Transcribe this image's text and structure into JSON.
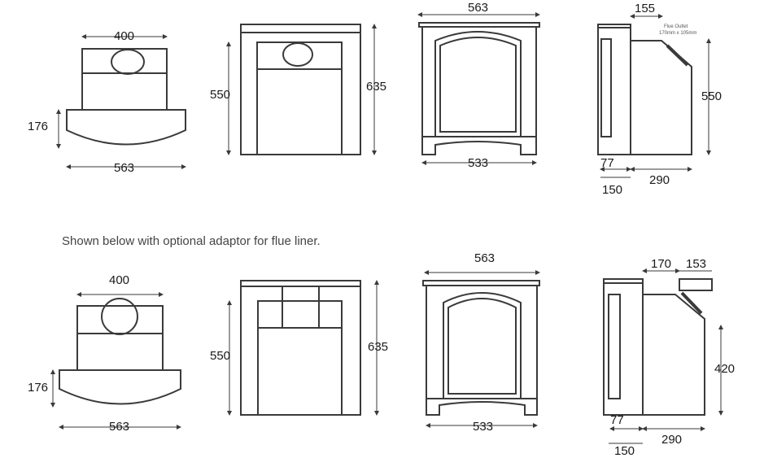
{
  "caption": "Shown below with optional adaptor for flue liner.",
  "top": {
    "plan": {
      "width_top": "400",
      "depth": "176",
      "width_base": "563"
    },
    "front_frame": {
      "inner_height": "550",
      "outer_height": "635"
    },
    "front_stove": {
      "width_top": "563",
      "width_bottom": "533"
    },
    "side": {
      "top_offset": "155",
      "height": "550",
      "front": "77",
      "front_total": "150",
      "depth": "290",
      "flue_note_1": "Flue Outlet",
      "flue_note_2": "170mm x 105mm"
    }
  },
  "bottom": {
    "plan": {
      "width_top": "400",
      "depth": "176",
      "width_base": "563"
    },
    "front_frame": {
      "inner_height": "550",
      "outer_height": "635"
    },
    "front_stove": {
      "width_top": "563",
      "width_bottom": "533"
    },
    "side": {
      "top_offset": "170",
      "adaptor": "153",
      "height": "420",
      "front": "77",
      "front_total": "150",
      "depth": "290"
    }
  }
}
